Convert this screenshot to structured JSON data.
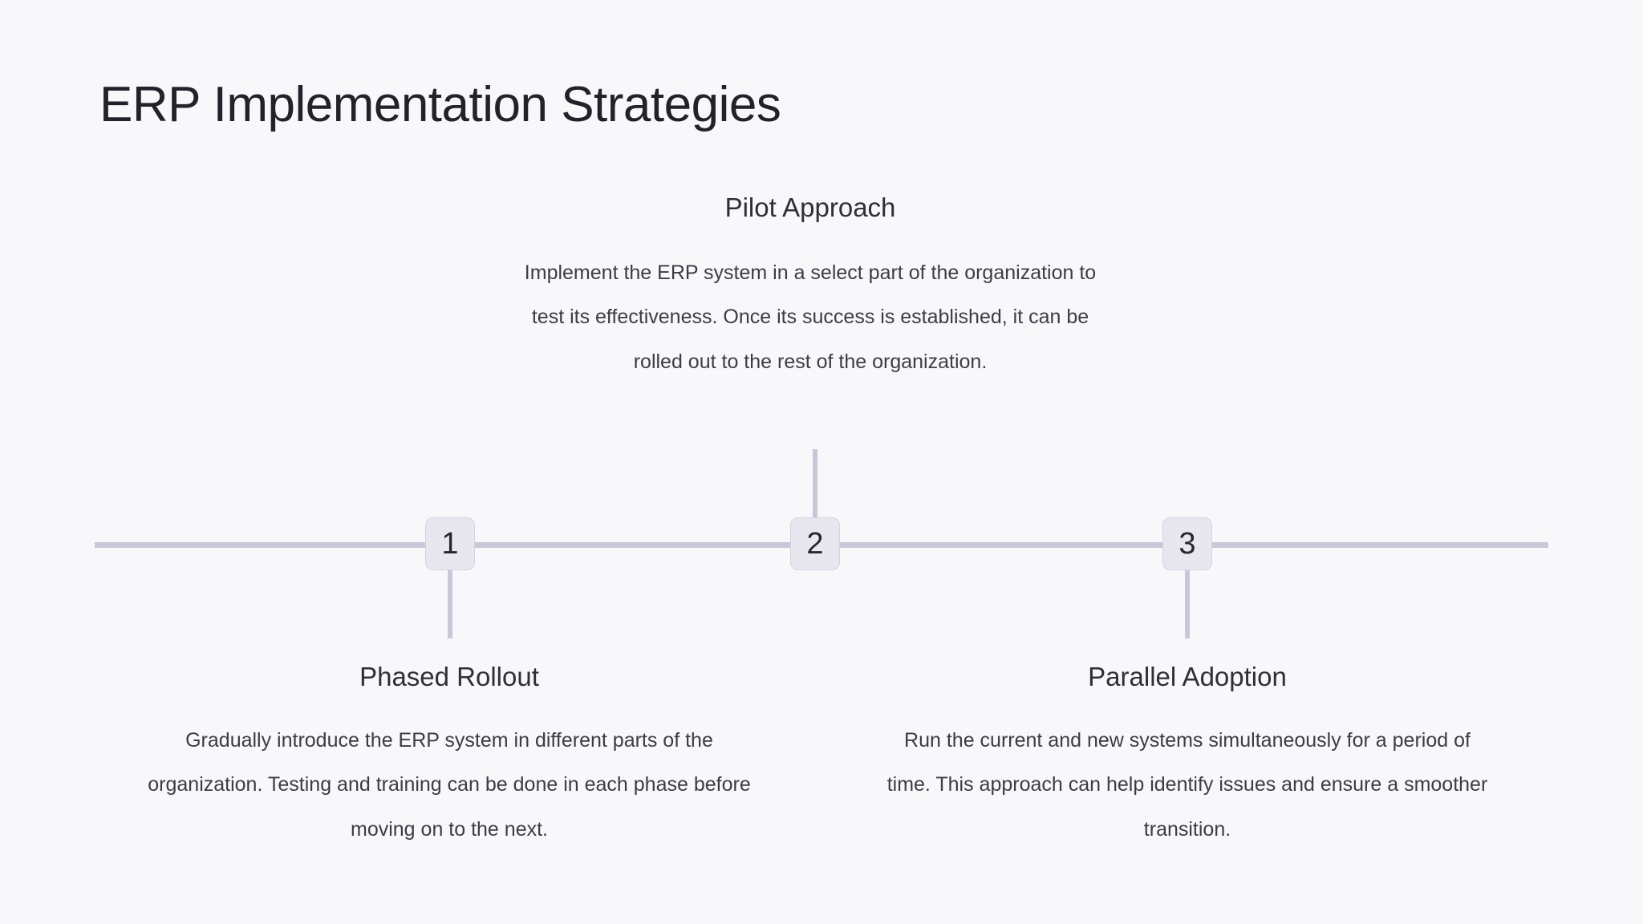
{
  "header": {
    "title": "ERP Implementation Strategies"
  },
  "chart_data": {
    "type": "timeline",
    "title": "ERP Implementation Strategies",
    "orientation": "horizontal",
    "axis_color": "#c9c6d7",
    "marker_fill": "#e8e6ee",
    "marker_border": "#d5d2e0",
    "background": "#f8f8fa",
    "steps": [
      {
        "number": "1",
        "label": "Phased Rollout",
        "description": "Gradually introduce the ERP system in different parts of the organization. Testing and training can be done in each phase before moving on to the next.",
        "side": "below"
      },
      {
        "number": "2",
        "label": "Pilot Approach",
        "description": "Implement the ERP system in a select part of the organization to test its effectiveness. Once its success is established, it can be rolled out to the rest of the organization.",
        "side": "above"
      },
      {
        "number": "3",
        "label": "Parallel Adoption",
        "description": "Run the current and new systems simultaneously for a period of time. This approach can help identify issues and ensure a smoother transition.",
        "side": "below"
      }
    ]
  }
}
